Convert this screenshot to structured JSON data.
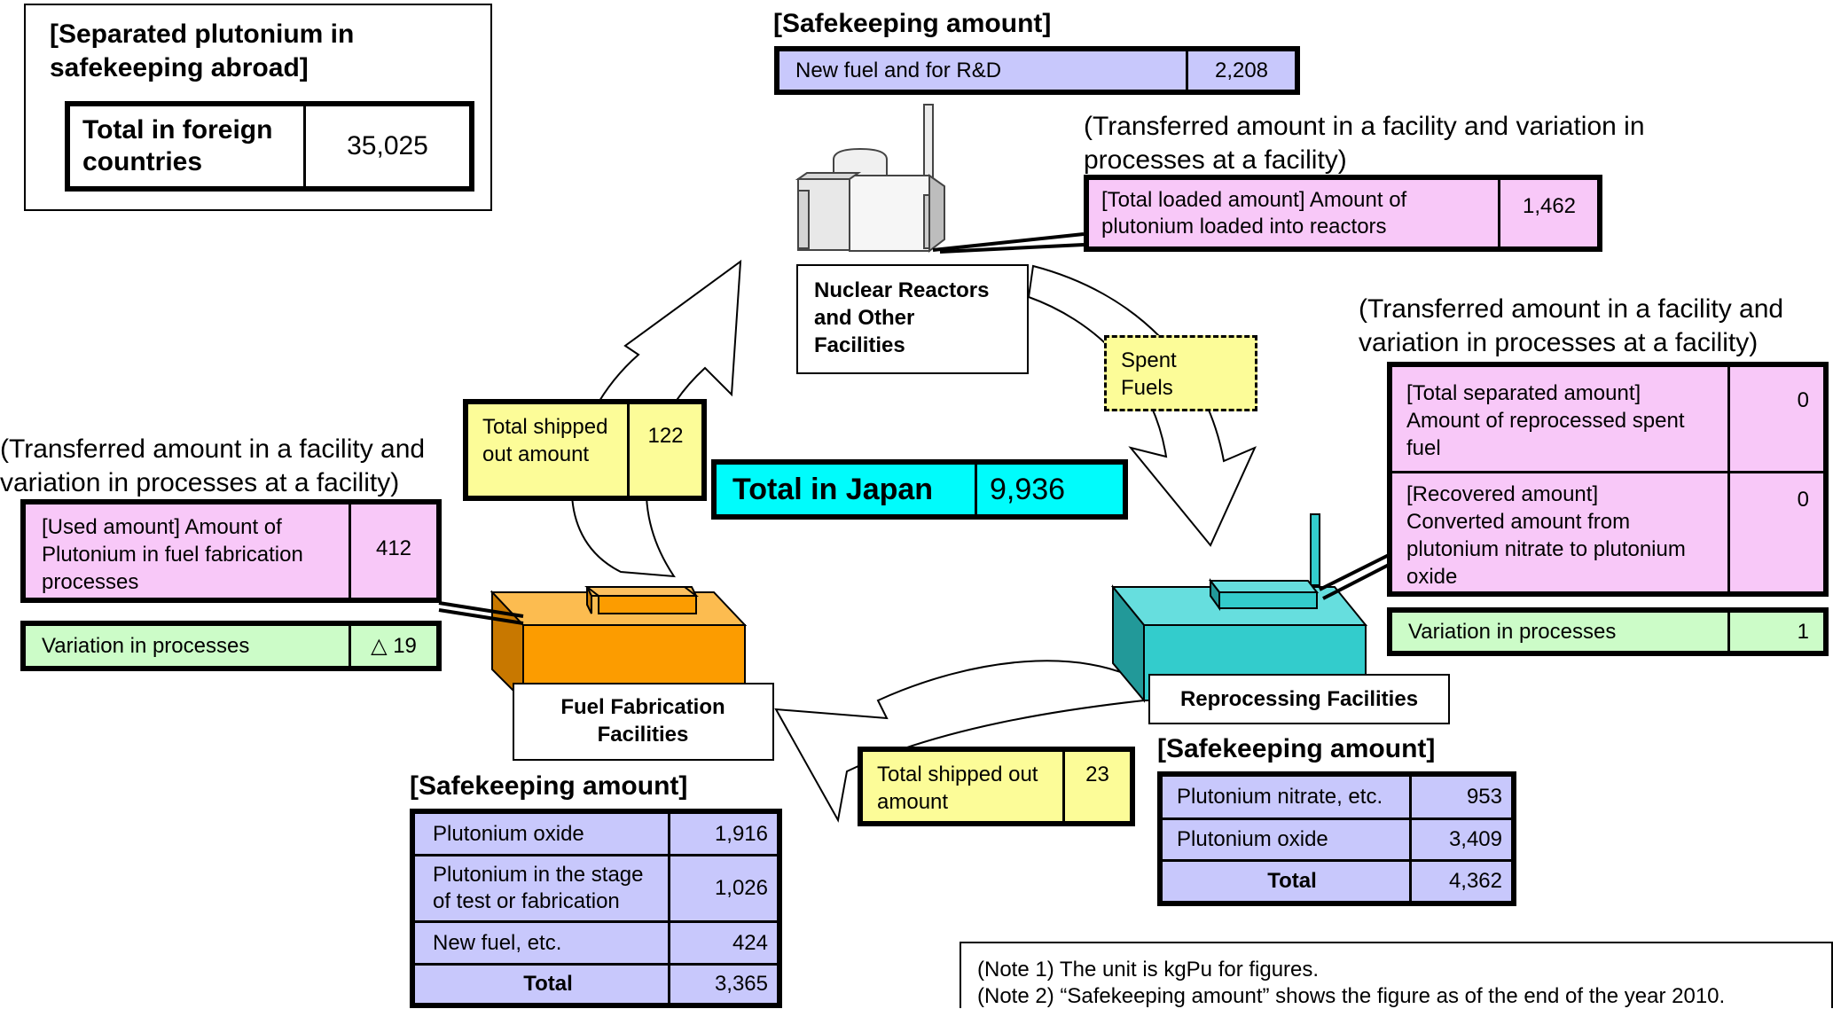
{
  "abroad": {
    "title": "[Separated plutonium in safekeeping abroad]",
    "label": "Total in foreign countries",
    "value": "35,025"
  },
  "reactors": {
    "safekeeping_title": "[Safekeeping amount]",
    "safekeeping_label": "New fuel and for R&D",
    "safekeeping_value": "2,208",
    "transfer_caption": "(Transferred amount in a facility and variation in processes at a facility)",
    "loaded_label": "[Total loaded amount] Amount of plutonium loaded into reactors",
    "loaded_value": "1,462",
    "facility_label": "Nuclear Reactors and Other Facilities"
  },
  "spent_fuels": "Spent Fuels",
  "total_japan": {
    "label": "Total in Japan",
    "value": "9,936"
  },
  "shipped_left": {
    "label": "Total shipped out amount",
    "value": "122"
  },
  "shipped_bottom": {
    "label": "Total shipped out amount",
    "value": "23"
  },
  "fabrication": {
    "transfer_caption": "(Transferred amount in a facility and variation in processes at a facility)",
    "used_label": "[Used amount] Amount of Plutonium in fuel fabrication processes",
    "used_value": "412",
    "variation_label": "Variation in processes",
    "variation_value": "△ 19",
    "facility_label": "Fuel Fabrication Facilities",
    "safekeeping_title": "[Safekeeping amount]",
    "rows": [
      {
        "label": "Plutonium oxide",
        "value": "1,916"
      },
      {
        "label": "Plutonium in the stage of test or fabrication",
        "value": "1,026"
      },
      {
        "label": "New fuel, etc.",
        "value": "424"
      },
      {
        "label": "Total",
        "value": "3,365"
      }
    ]
  },
  "reprocessing": {
    "transfer_caption": "(Transferred amount in a facility and variation in processes at a facility)",
    "separated_label": "[Total separated amount] Amount of reprocessed spent fuel",
    "separated_value": "0",
    "recovered_label": "[Recovered amount] Converted amount from plutonium nitrate to plutonium oxide",
    "recovered_value": "0",
    "variation_label": "Variation in processes",
    "variation_value": "1",
    "facility_label": "Reprocessing Facilities",
    "safekeeping_title": "[Safekeeping amount]",
    "rows": [
      {
        "label": "Plutonium nitrate, etc.",
        "value": "953"
      },
      {
        "label": "Plutonium oxide",
        "value": "3,409"
      },
      {
        "label": "Total",
        "value": "4,362"
      }
    ]
  },
  "notes": {
    "note1": "(Note 1)  The unit is kgPu for figures.",
    "note2": "(Note 2)  “Safekeeping amount” shows the figure as of the end of the year 2010."
  },
  "colors": {
    "pink": "#f8c8f8",
    "lavender": "#c8c8fc",
    "yellow": "#fcfc98",
    "green": "#ccfcc8",
    "cyan": "#00fcfc",
    "orange": "#fc9c00",
    "teal": "#33cccc"
  }
}
